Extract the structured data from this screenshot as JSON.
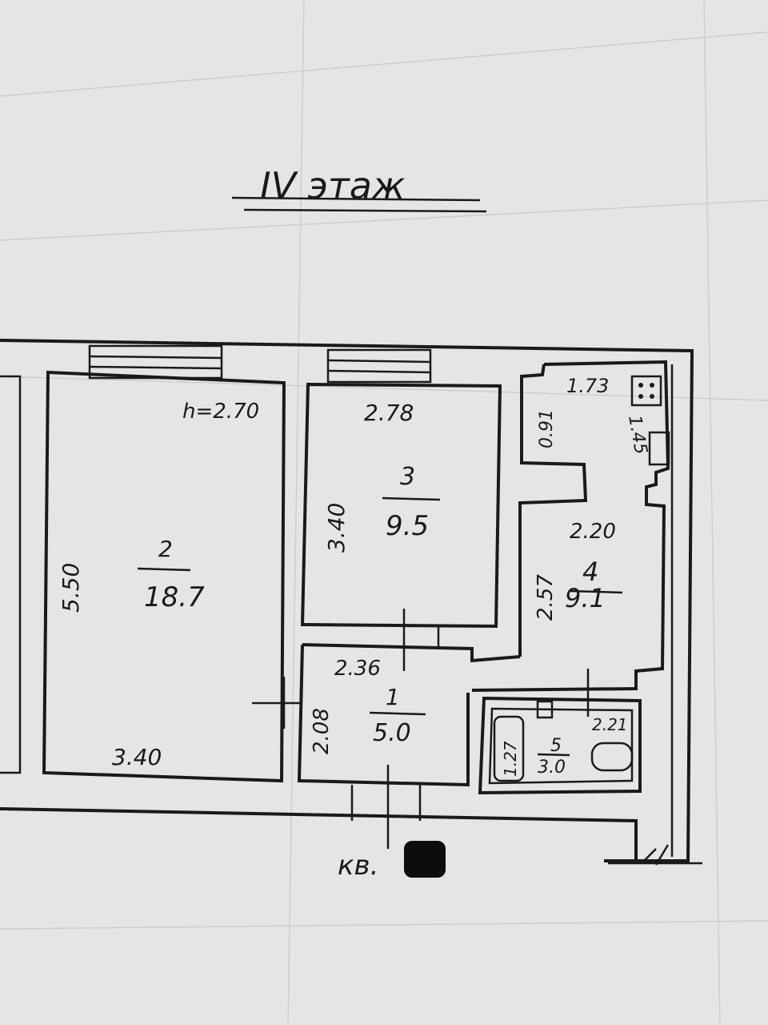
{
  "floor_title": "IV этаж",
  "ceiling_height": "h=2.70",
  "apartment_label": "кв.",
  "rooms": [
    {
      "number": "2",
      "area": "18.7"
    },
    {
      "number": "3",
      "area": "9.5"
    },
    {
      "number": "4",
      "area": "9.1"
    },
    {
      "number": "1",
      "area": "5.0"
    },
    {
      "number": "5",
      "area": "3.0"
    }
  ],
  "dimensions": {
    "room2_height": "5.50",
    "room2_width": "3.40",
    "room3_width": "2.78",
    "room3_height": "3.40",
    "room1_width": "2.36",
    "room1_height": "2.08",
    "room4_width": "2.20",
    "room4_height": "2.57",
    "kitchen_top_width": "1.73",
    "kitchen_niche": "0.91",
    "kitchen_side": "1.45",
    "bath_width": "2.21",
    "bath_height": "1.27"
  }
}
